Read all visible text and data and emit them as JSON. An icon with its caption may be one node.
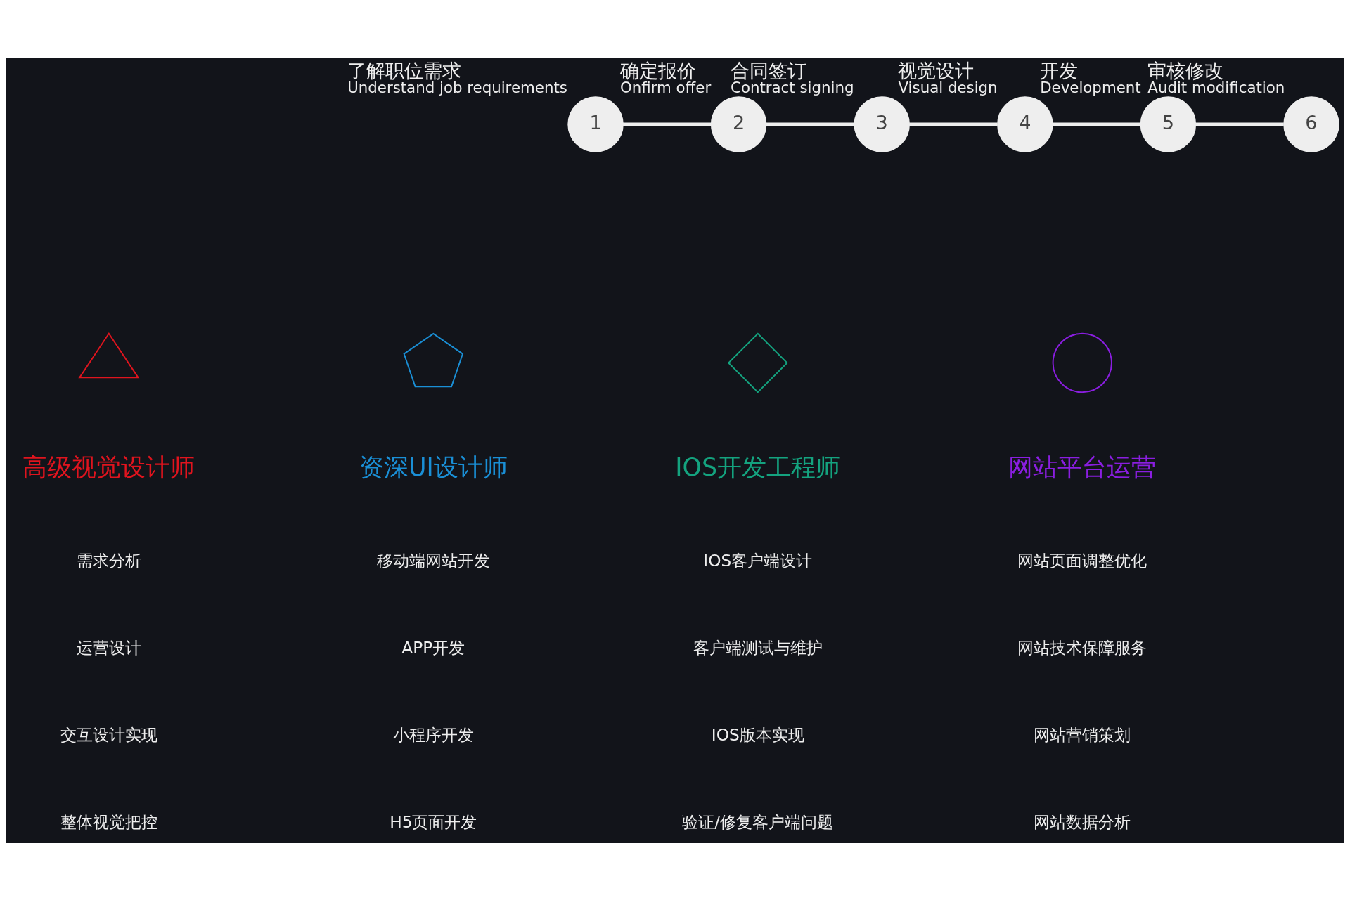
{
  "diagram": {
    "nodes": [
      {
        "text": [
          "1"
        ],
        "beside": [
          "了解职位需求",
          "Understand job requirements"
        ]
      },
      {
        "text": [
          "2"
        ],
        "beside": [
          "确定报价",
          "Onfirm offer"
        ]
      },
      {
        "text": [
          "3"
        ],
        "beside": [
          "合同签订",
          "Contract signing"
        ]
      },
      {
        "text": [
          "4"
        ],
        "beside": [
          "视觉设计",
          "Visual design"
        ]
      },
      {
        "text": [
          "5"
        ],
        "beside": [
          "开发",
          "Development"
        ]
      },
      {
        "text": [
          "6"
        ],
        "beside": [
          "审核修改",
          "Audit modification"
        ]
      },
      {
        "text": [],
        "shape": "triangle"
      },
      {
        "text": [],
        "shape": "pentagon"
      },
      {
        "text": [],
        "shape": "diamond"
      },
      {
        "text": [],
        "shape": "circle"
      }
    ],
    "edges": [
      {
        "from": 0,
        "to": 1,
        "arrow": "none"
      },
      {
        "from": 1,
        "to": 2,
        "arrow": "none"
      },
      {
        "from": 2,
        "to": 3,
        "arrow": "none"
      },
      {
        "from": 3,
        "to": 4,
        "arrow": "none"
      },
      {
        "from": 4,
        "to": 5,
        "arrow": "none"
      }
    ],
    "labels": [
      "高级视觉设计师",
      "需求分析",
      "运营设计",
      "交互设计实现",
      "整体视觉把控",
      "资深UI设计师",
      "移动端网站开发",
      "APP开发",
      "小程序开发",
      "H5页面开发",
      "IOS开发工程师",
      "IOS客户端设计",
      "客户端测试与维护",
      "IOS版本实现",
      "验证/修复客户端问题",
      "网站平台运营",
      "网站页面调整优化",
      "网站技术保障服务",
      "网站营销策划",
      "网站数据分析"
    ]
  }
}
